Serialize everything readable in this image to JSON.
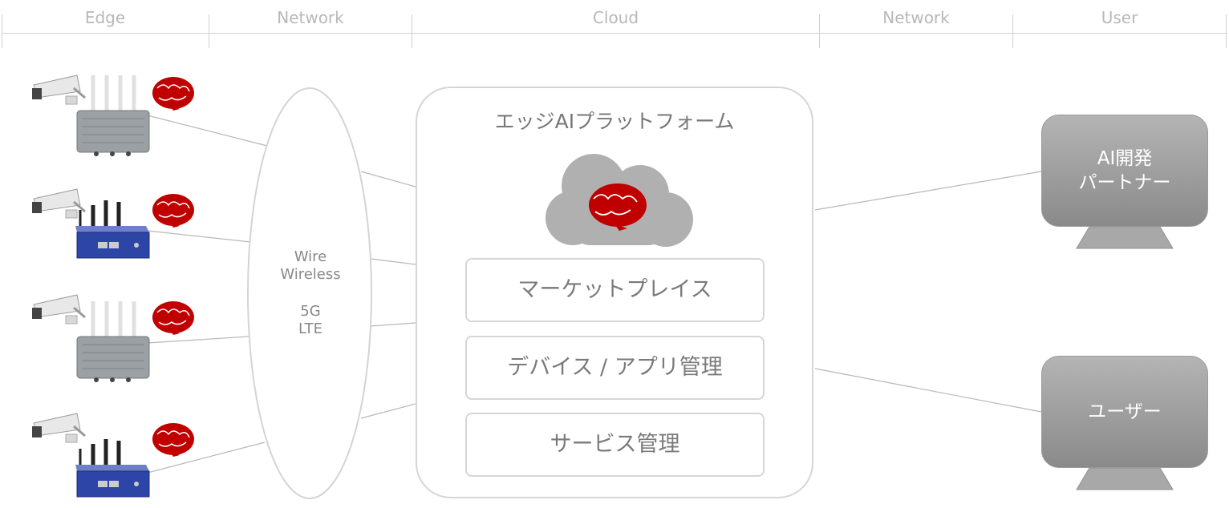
{
  "columns": [
    {
      "label": "Edge"
    },
    {
      "label": "Network"
    },
    {
      "label": "Cloud"
    },
    {
      "label": "Network"
    },
    {
      "label": "User"
    }
  ],
  "network": {
    "line1": "Wire",
    "line2": "Wireless",
    "line3": "5G",
    "line4": "LTE"
  },
  "platform": {
    "title": "エッジAIプラットフォーム",
    "items": [
      {
        "label": "マーケットプレイス"
      },
      {
        "label": "デバイス / アプリ管理"
      },
      {
        "label": "サービス管理"
      }
    ]
  },
  "users": [
    {
      "line1": "AI開発",
      "line2": "パートナー"
    },
    {
      "line1": "ユーザー"
    }
  ],
  "colors": {
    "brain": "#c00000",
    "cloud": "#b0b0b0",
    "line": "#b8b8b8",
    "grey_device": "#9aa0a4",
    "blue_device": "#2e45a8"
  },
  "icons": [
    "camera-icon",
    "brain-icon",
    "router-icon",
    "mini-pc-icon",
    "cloud-icon",
    "monitor-icon"
  ]
}
